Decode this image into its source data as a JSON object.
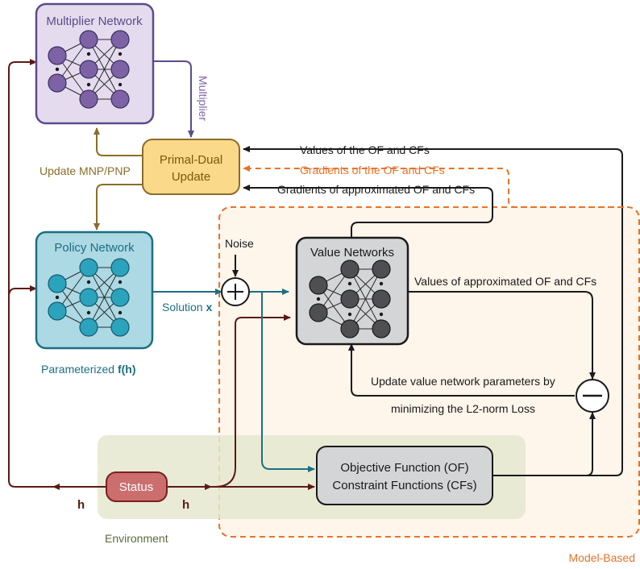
{
  "nodes": {
    "multiplier": {
      "title": "Multiplier Network",
      "color": "#7d62a5",
      "fill": "#e4dcee",
      "neuron": "#7d62a5"
    },
    "primal_dual": {
      "line1": "Primal-Dual",
      "line2": "Update",
      "color": "#7a5a0a",
      "fill": "#fbd98a"
    },
    "policy": {
      "title": "Policy Network",
      "caption_prefix": "Parameterized ",
      "caption_bold": "f(h)",
      "color": "#1c6f82",
      "fill": "#acd9e3",
      "neuron": "#2ba3bd"
    },
    "value": {
      "title": "Value Networks",
      "fill": "#d4d5d7",
      "neuron": "#4f4f53"
    },
    "status": {
      "title": "Status",
      "fill": "#cd6e6e",
      "stroke": "#7a2020"
    },
    "objective": {
      "line1": "Objective Function (OF)",
      "line2": "Constraint Functions (CFs)",
      "fill": "#d4d5d7"
    },
    "environment": {
      "label": "Environment",
      "fill": "#e5e8cf",
      "color": "#5a6b3a"
    },
    "model_based": {
      "label": "Model-Based",
      "color": "#e8732a",
      "fill": "#fdeedd"
    }
  },
  "labels": {
    "multiplier": "Multiplier",
    "update_mnp": "Update MNP/PNP",
    "values_of": "Values of the OF and CFs",
    "gradients_of": "Gradients of the OF and CFs",
    "gradients_approx": "Gradients of approximated OF and CFs",
    "noise": "Noise",
    "solution_prefix": "Solution ",
    "solution_bold": "x",
    "values_approx": "Values of approximated OF and CFs",
    "update_value_1": "Update value network parameters by",
    "update_value_2": "minimizing the L2-norm Loss",
    "h_left": "h",
    "h_right": "h"
  },
  "colors": {
    "dark": "#1a1a1a",
    "brown": "#5c1a14",
    "teal": "#1c6f82",
    "olive": "#8a6d2a",
    "purple": "#5d4a8a",
    "orange": "#e8732a"
  }
}
